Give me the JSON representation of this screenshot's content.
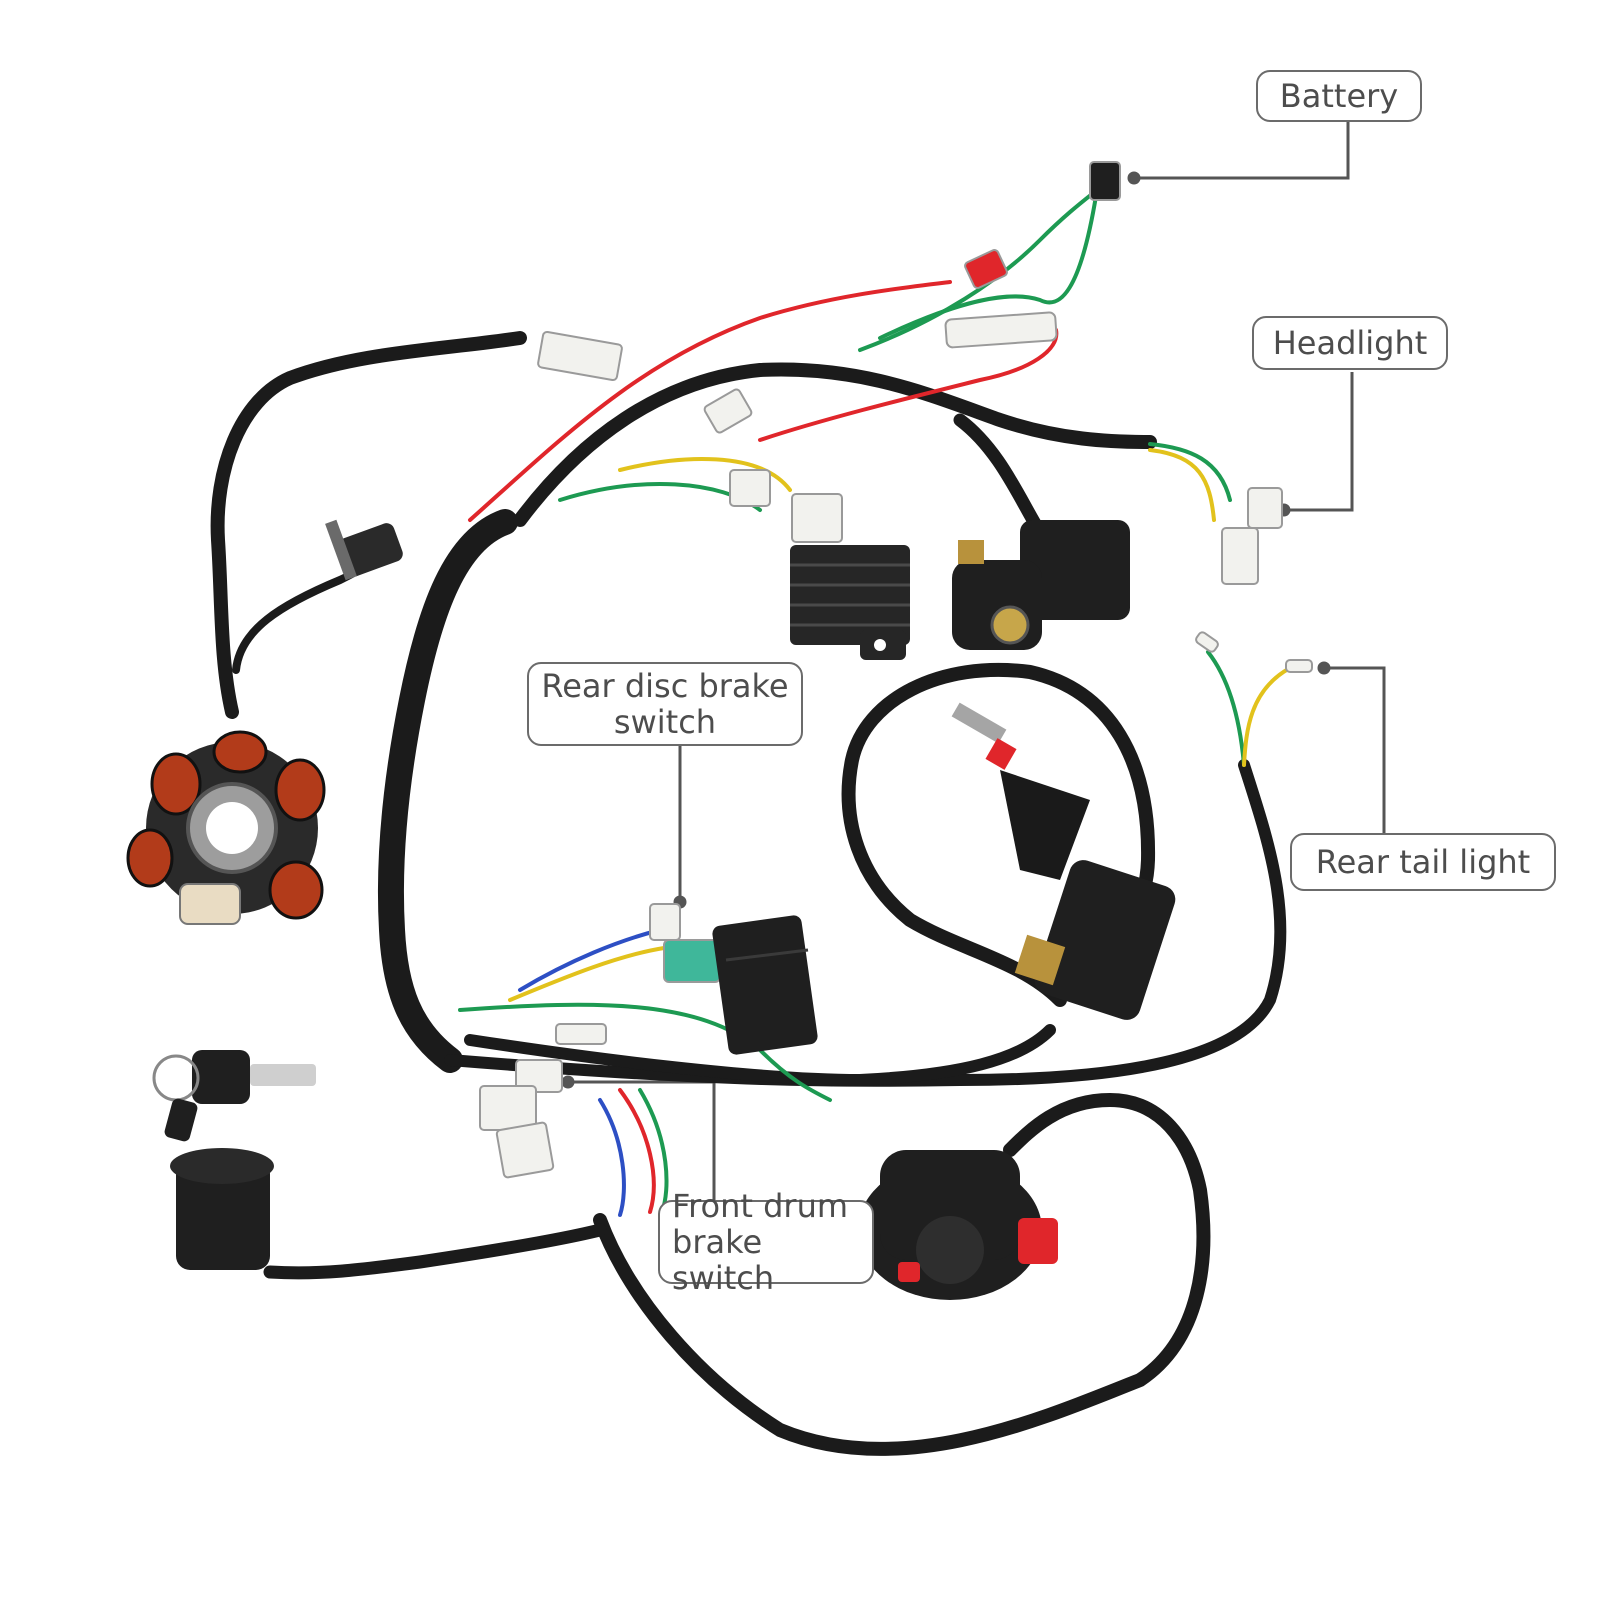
{
  "labels": {
    "battery": "Battery",
    "headlight": "Headlight",
    "rear_disc_brake_switch": "Rear disc brake\nswitch",
    "rear_tail_light": "Rear tail light",
    "front_drum_brake_switch": "Front drum\nbrake switch"
  },
  "colors": {
    "cable": "#1b1b1b",
    "wire_red": "#e0262b",
    "wire_green": "#1d9a52",
    "wire_yellow": "#e2c21c",
    "wire_blue": "#2d4fc4",
    "wire_white": "#e6e6e6",
    "coil_copper": "#b23b1a",
    "connector_white": "#f2f2ee",
    "connector_green": "#3fb79a",
    "leader": "#555555"
  }
}
